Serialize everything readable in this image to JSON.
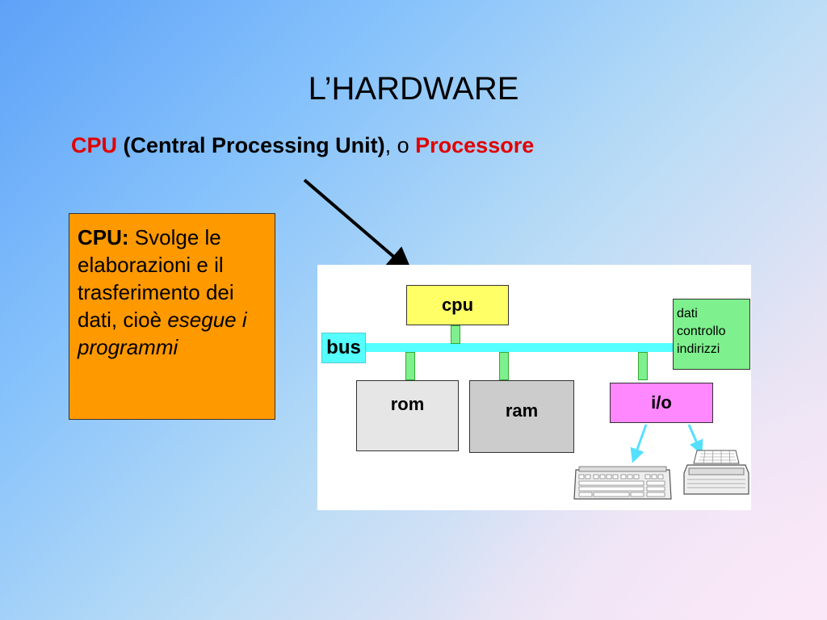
{
  "slide": {
    "title": "L’HARDWARE",
    "subtitle": {
      "cpu": "CPU",
      "full_name": "(Central Processing Unit)",
      "connector": ", o",
      "processore": "Processore"
    }
  },
  "cpu_box": {
    "label": "CPU:",
    "text": "Svolge le elaborazioni e il trasferimento dei dati, cioè",
    "italic": "esegue i programmi",
    "color": "#ff9900"
  },
  "diagram": {
    "blocks": {
      "cpu": "cpu",
      "bus": "bus",
      "rom": "rom",
      "ram": "ram",
      "io": "i/o"
    },
    "legend": [
      "dati",
      "controllo",
      "indirizzi"
    ],
    "devices": [
      "keyboard-icon",
      "printer-icon"
    ],
    "colors": {
      "cpu": "#ffff66",
      "bus": "#55ffff",
      "rom": "#e6e6e6",
      "ram": "#cccccc",
      "io": "#ff88ff",
      "link": "#7ef08e",
      "arrow": "#55e0ff"
    }
  }
}
